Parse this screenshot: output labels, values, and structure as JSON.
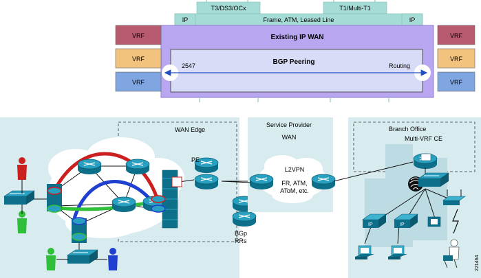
{
  "top": {
    "tab_left": "T3/DS3/OCx",
    "tab_right": "T1/Multi-T1",
    "ip_left": "IP",
    "ip_right": "IP",
    "bar_label": "Frame, ATM, Leased Line",
    "wan_title": "Existing IP WAN",
    "bgp_title": "BGP Peering",
    "bgp_left": "2547",
    "bgp_right": "Routing",
    "vrf_label": "VRF"
  },
  "bottom": {
    "wan_edge": "WAN Edge",
    "pe": "PE",
    "sp_line1": "Service Provider",
    "sp_line2": "WAN",
    "l2vpn": "L2VPN",
    "l2vpn_line2": "FR, ATM,",
    "l2vpn_line3": "AToM, etc.",
    "bgp_line1": "BGp",
    "bgp_line2": "RRs",
    "branch": "Branch Office",
    "ce": "Multi-VRF CE",
    "figure_id": "221464"
  },
  "colors": {
    "vrf_red": "#b85a6e",
    "vrf_orange": "#f2c27f",
    "vrf_blue": "#7fa6e0",
    "wan_purple": "#b8a7f0",
    "teal": "#a6dcd6",
    "panel": "#d8ecf0"
  }
}
